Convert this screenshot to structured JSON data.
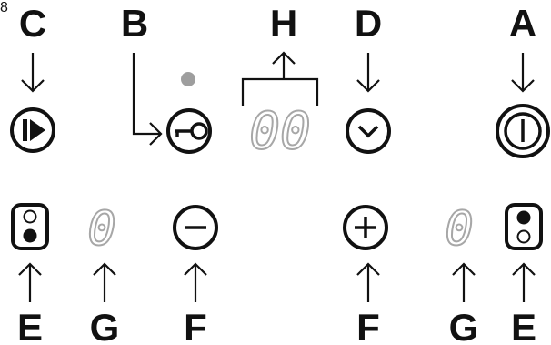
{
  "corner_mark": "8",
  "labels": {
    "top_left": "C",
    "top_second": "B",
    "top_middle": "H",
    "top_fourth": "D",
    "top_right": "A",
    "bottom_e_left": "E",
    "bottom_g_left": "G",
    "bottom_f_left": "F",
    "bottom_f_right": "F",
    "bottom_g_right": "G",
    "bottom_e_right": "E"
  },
  "displays": {
    "timer_display": "00",
    "left_zone_display": "0",
    "right_zone_display": "0"
  },
  "icons": {
    "c": "start-pause-icon",
    "b": "key-lock-icon",
    "d": "timer-clock-icon",
    "a": "power-icon",
    "e_left": "zone-select-left-icon",
    "f_minus": "minus-icon",
    "f_plus": "plus-icon",
    "e_right": "zone-select-right-icon"
  },
  "colors": {
    "indicator_dot": "#9e9e9e",
    "segment_outline": "#a7a7a7",
    "ink": "#111111"
  }
}
